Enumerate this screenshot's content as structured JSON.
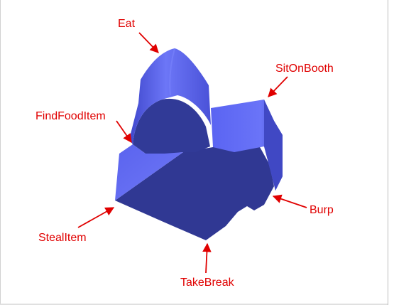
{
  "colors": {
    "label": "#e00000",
    "arrow": "#e00000",
    "shape_light": "#5b65f0",
    "shape_mid": "#4a52d8",
    "shape_dark": "#2f3790",
    "background": "#ffffff"
  },
  "labels": {
    "eat": "Eat",
    "sit_on_booth": "SitOnBooth",
    "find_food_item": "FindFoodItem",
    "burp": "Burp",
    "steal_item": "StealItem",
    "take_break": "TakeBreak"
  }
}
